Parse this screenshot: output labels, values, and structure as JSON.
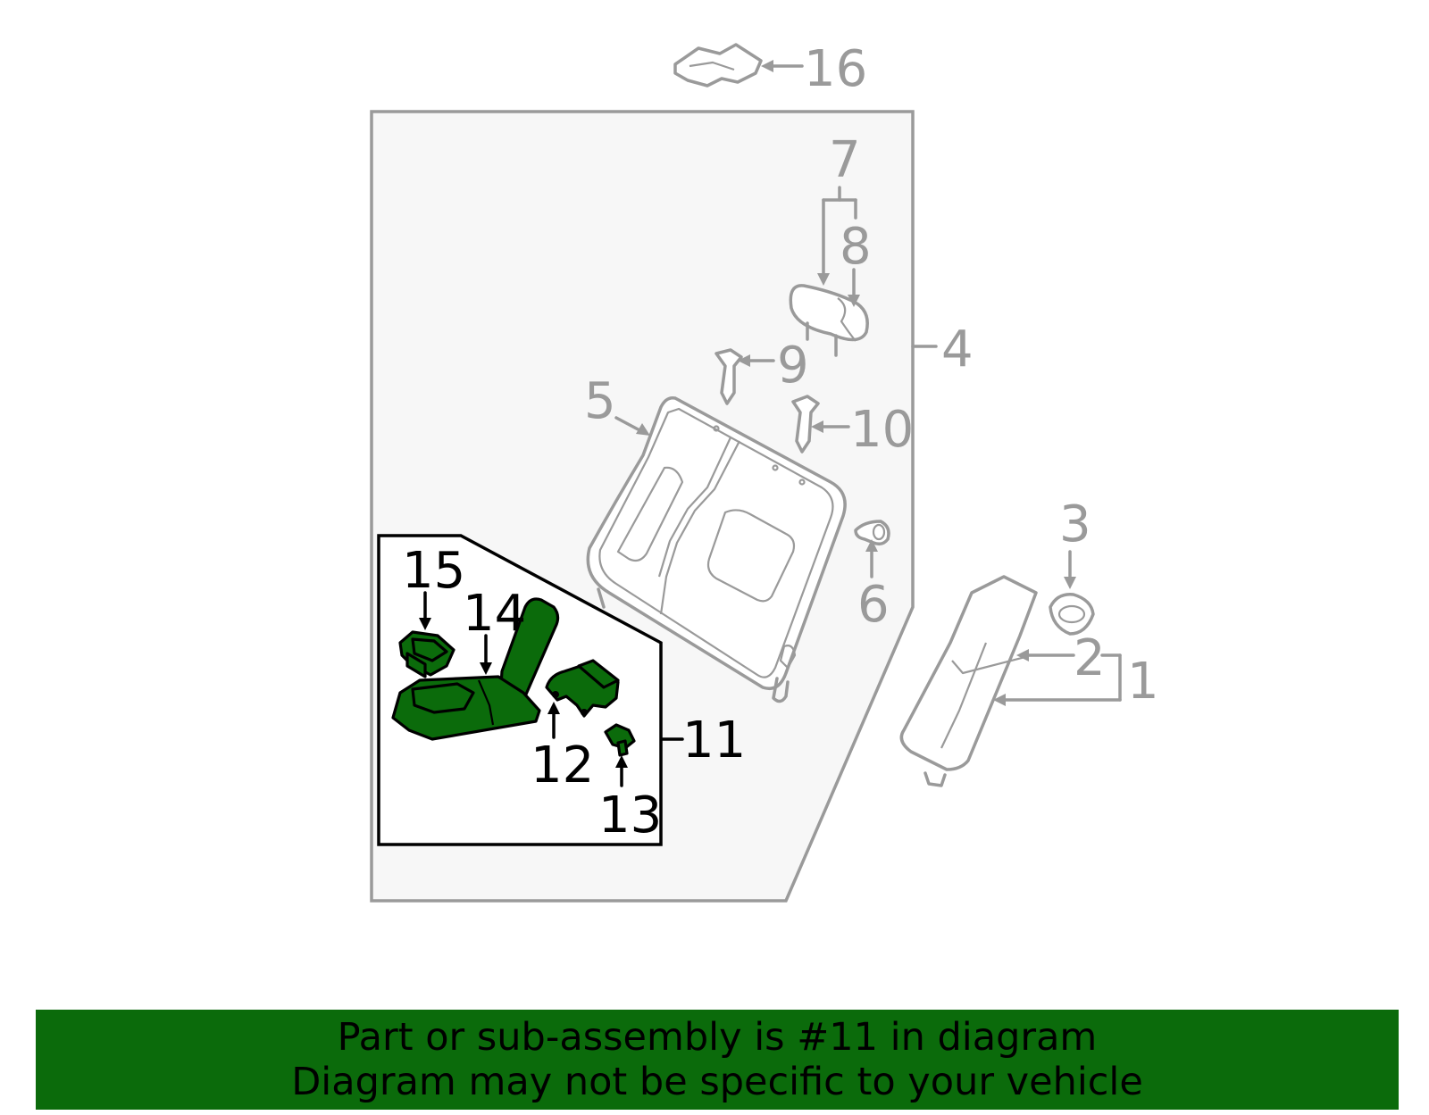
{
  "callouts": {
    "c1": "1",
    "c2": "2",
    "c3": "3",
    "c4": "4",
    "c5": "5",
    "c6": "6",
    "c7": "7",
    "c8": "8",
    "c9": "9",
    "c10": "10",
    "c11": "11",
    "c12": "12",
    "c13": "13",
    "c14": "14",
    "c15": "15",
    "c16": "16"
  },
  "highlighted_part": "11",
  "banner": {
    "line1": "Part or sub-assembly is #11 in diagram",
    "line2": "Diagram may not be specific to your vehicle"
  },
  "colors": {
    "highlight": "#0b6b0b",
    "outline": "#9a9a9a",
    "panel": "#f7f7f7"
  }
}
